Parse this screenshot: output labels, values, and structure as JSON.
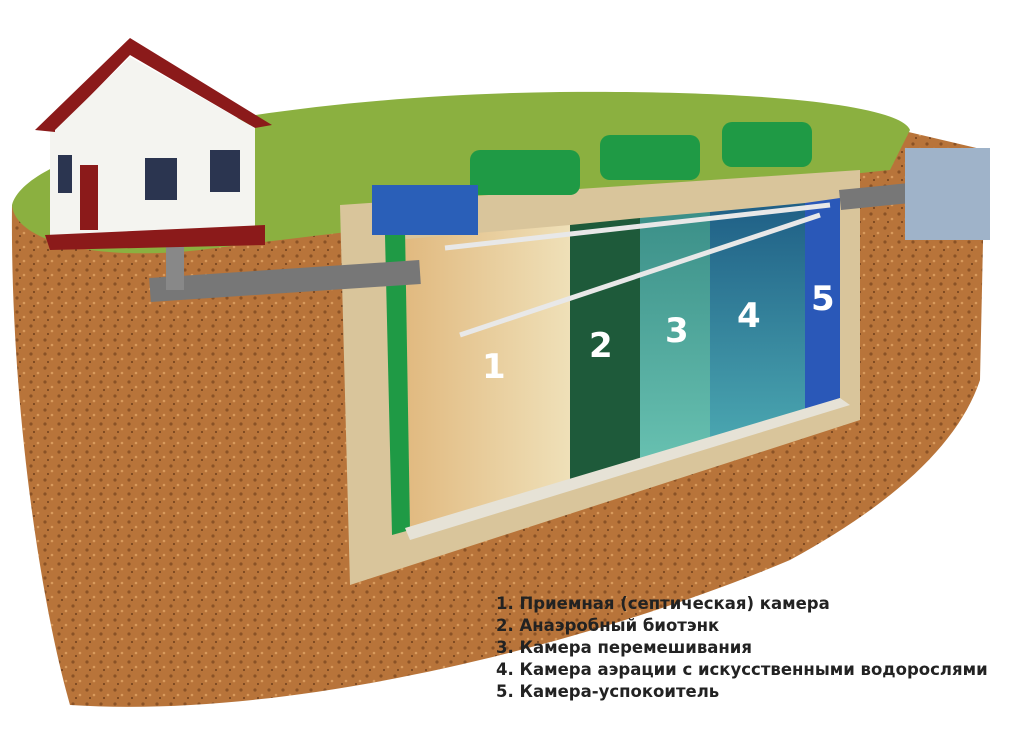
{
  "diagram": {
    "chamber_numbers": [
      "1",
      "2",
      "3",
      "4",
      "5"
    ],
    "legend": [
      "1. Приемная (септическая) камера",
      "2. Анаэробный биотэнк",
      "3. Камера перемешивания",
      "4. Камера аэрации с искусственными водорослями",
      "5. Камера-успокоитель"
    ],
    "colors": {
      "grass": "#8bb040",
      "soil": "#b8743a",
      "tank_green": "#1f9a45",
      "chamber1": "#e3c089",
      "chamber2": "#1e5a3a",
      "chamber3": "#3aa79a",
      "chamber4": "#2b7d9c",
      "chamber5": "#2a58b8",
      "roof": "#8b1a1a"
    }
  }
}
